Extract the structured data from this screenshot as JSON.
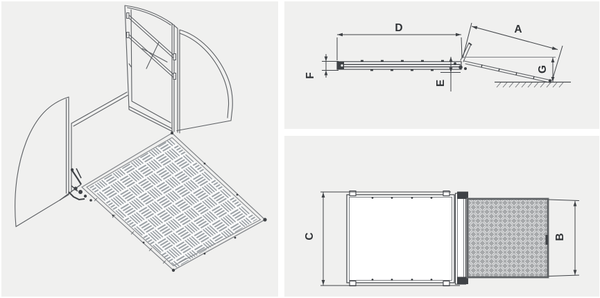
{
  "figure": {
    "type": "technical-drawing",
    "colors": {
      "panel_background": "#f0f0ef",
      "line": "#5b5e62",
      "dimension": "#3f4246",
      "label": "#303336",
      "hardware_dark": "#3f4246",
      "plate_gray": "#a7a9ab",
      "tread_mark": "#e9eaeb",
      "weave_stripe": "#9aa0a5"
    }
  },
  "side_view": {
    "labels": {
      "platform_length": "D",
      "ramp_length": "A",
      "platform_thickness": "F",
      "hinge_height": "E",
      "ground_height": "G"
    }
  },
  "top_view": {
    "labels": {
      "platform_width": "C",
      "ramp_width": "B"
    }
  }
}
